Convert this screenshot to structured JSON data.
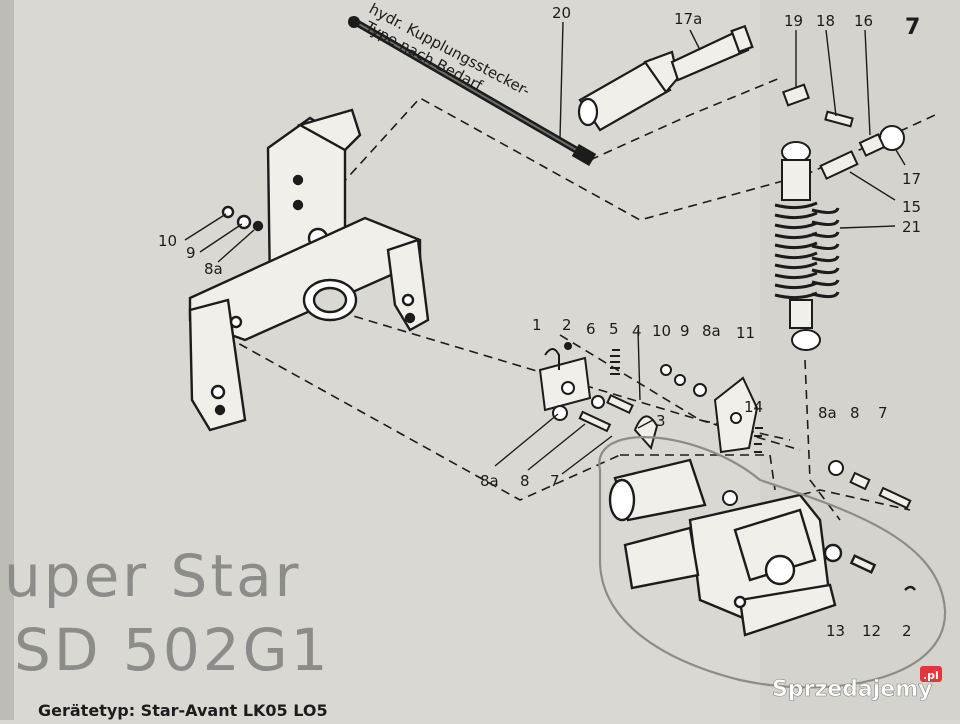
{
  "page_number": "7",
  "hose_label_line1": "hydr. Kupplungsstecker-",
  "hose_label_line2": "Type nach Bedarf",
  "handwriting_line1": "uper Star",
  "handwriting_line2": "SD 502G1",
  "footer_text": "Gerätetyp:   Star-Avant  LK05  LO5",
  "watermark": "Sprzedajemy",
  "watermark_tld": ".pl",
  "part_labels": {
    "p20": "20",
    "p17a": "17a",
    "p19": "19",
    "p18": "18",
    "p16": "16",
    "p17": "17",
    "p15": "15",
    "p21": "21",
    "p10_left": "10",
    "p9_left": "9",
    "p8a_left": "8a",
    "p1": "1",
    "p2_mid": "2",
    "p6": "6",
    "p5": "5",
    "p4": "4",
    "p3": "3",
    "p10_mid": "10",
    "p9_mid": "9",
    "p8a_mid": "8a",
    "p11": "11",
    "p14": "14",
    "p8a_low": "8a",
    "p8_low": "8",
    "p7_low": "7",
    "p8a_right": "8a",
    "p8_right": "8",
    "p7_right": "7",
    "p13": "13",
    "p12": "12",
    "p2_right": "2"
  },
  "colors": {
    "paper": "#d9d8d2",
    "ink": "#1c1c1c",
    "pencil": "#8c8c8a",
    "watermark_bg": "#e3353a"
  }
}
